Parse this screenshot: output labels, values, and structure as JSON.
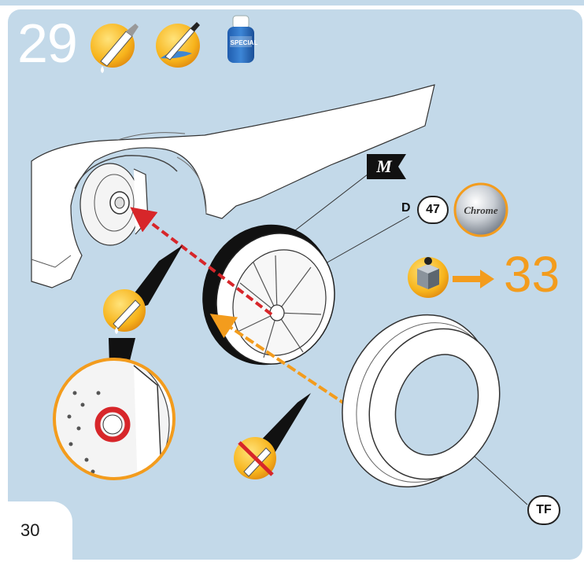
{
  "step": {
    "number": "29"
  },
  "page": {
    "number": "30"
  },
  "paint_can": {
    "label": "SPECIAL"
  },
  "marker": {
    "letter": "M"
  },
  "color_ref": {
    "letter": "D",
    "number": "47",
    "finish": "Chrome"
  },
  "next_step": {
    "number": "33"
  },
  "part": {
    "code": "TF"
  },
  "icons": [
    "glue-tube-icon",
    "paint-brush-icon",
    "paint-can-icon",
    "chrome-swatch-icon",
    "view-cube-icon",
    "no-glue-icon"
  ],
  "colors": {
    "panel": "#c3d9e9",
    "accent": "#f39c1d",
    "arrow_red": "#d7262a",
    "arrow_orange": "#f39c1d"
  }
}
